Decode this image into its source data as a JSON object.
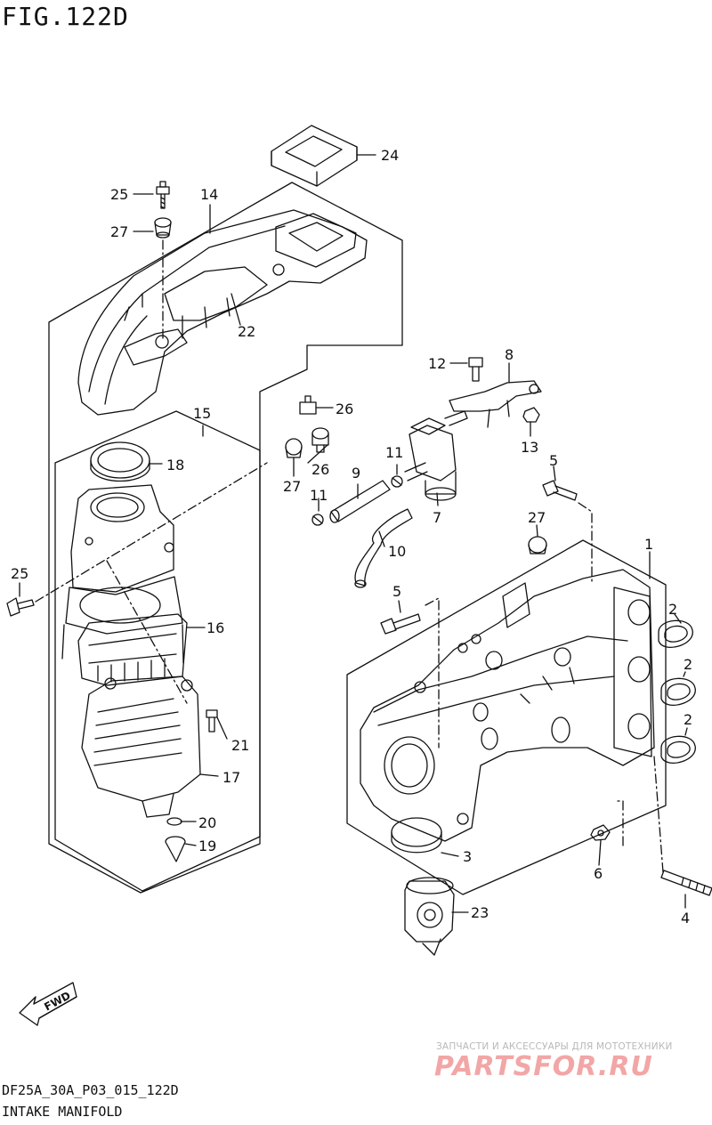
{
  "header": {
    "figure_title": "FIG.122D"
  },
  "footer": {
    "diagram_code": "DF25A_30A_P03_015_122D",
    "diagram_name": "INTAKE MANIFOLD"
  },
  "watermark": {
    "tagline": "ЗАПЧАСТИ И АКСЕССУАРЫ ДЛЯ МОТОТЕХНИКИ",
    "logo": "PARTSFOR.RU",
    "logo_color": "#f2a6a6"
  },
  "direction_marker": {
    "text": "FWD"
  },
  "callouts": {
    "c1": "1",
    "c2a": "2",
    "c2b": "2",
    "c2c": "2",
    "c3": "3",
    "c4": "4",
    "c5a": "5",
    "c5b": "5",
    "c6": "6",
    "c7": "7",
    "c8": "8",
    "c9": "9",
    "c10": "10",
    "c11a": "11",
    "c11b": "11",
    "c12": "12",
    "c13": "13",
    "c14": "14",
    "c15": "15",
    "c16": "16",
    "c17": "17",
    "c18": "18",
    "c19": "19",
    "c20": "20",
    "c21": "21",
    "c22": "22",
    "c23": "23",
    "c24": "24",
    "c25a": "25",
    "c25b": "25",
    "c26a": "26",
    "c26b": "26",
    "c27a": "27",
    "c27b": "27",
    "c27c": "27"
  }
}
